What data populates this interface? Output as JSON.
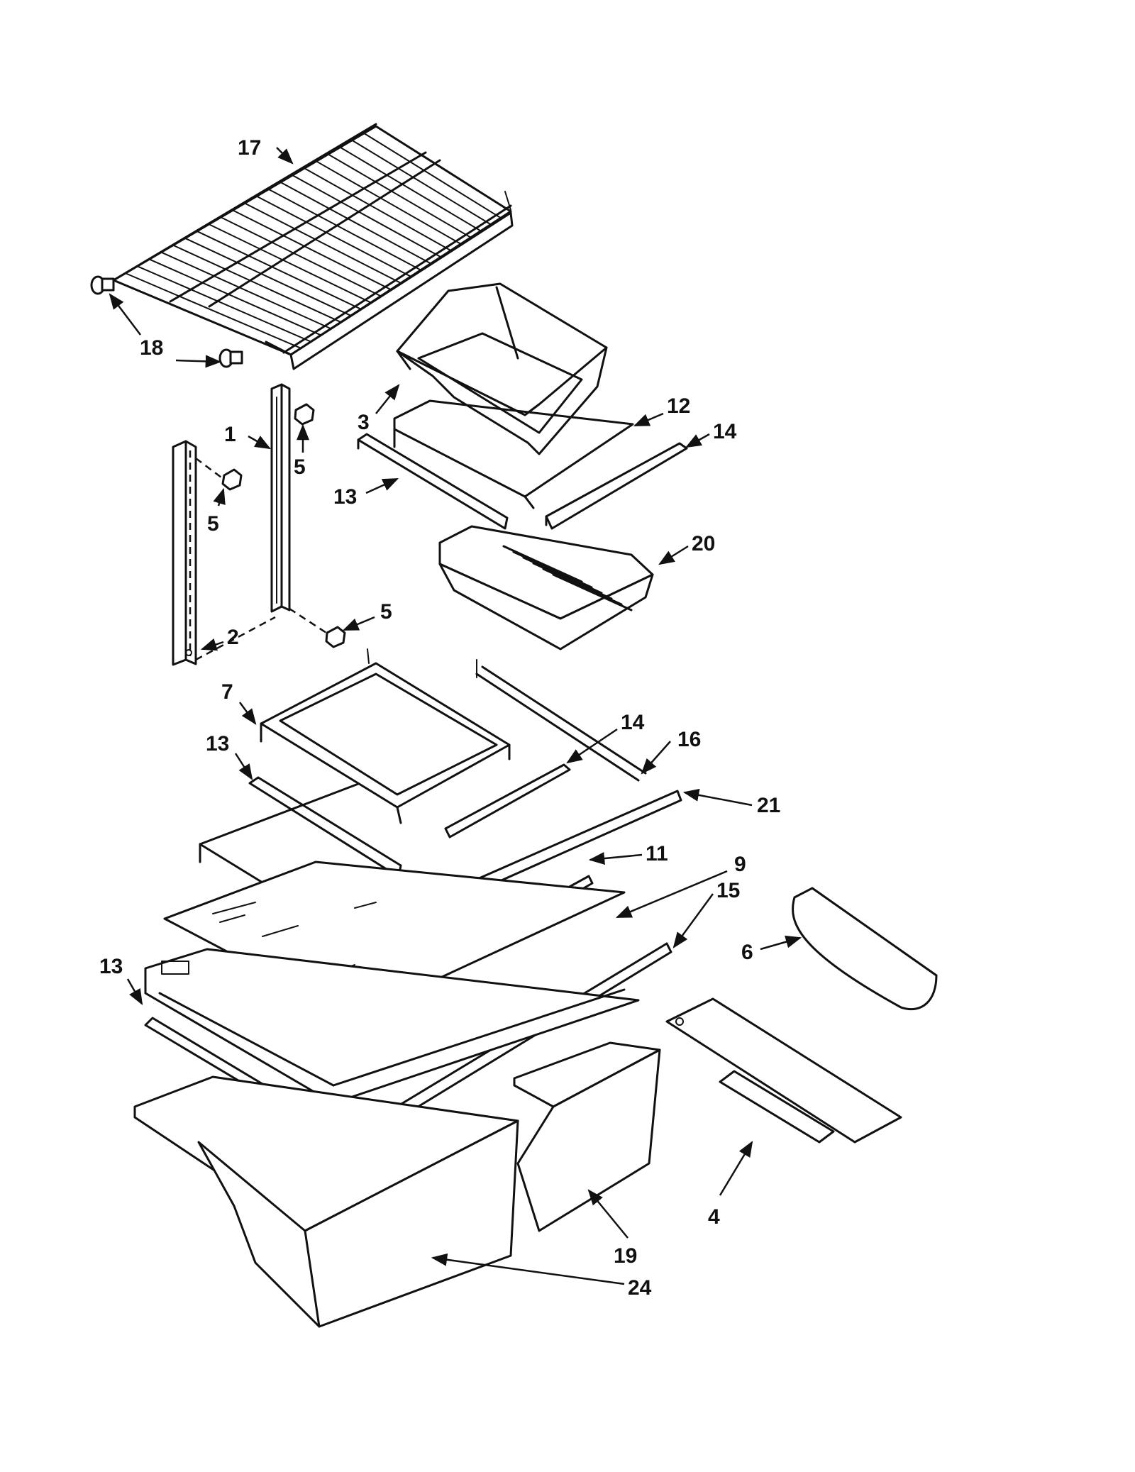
{
  "callouts": [
    {
      "id": "c17",
      "text": "17"
    },
    {
      "id": "c18",
      "text": "18"
    },
    {
      "id": "c1",
      "text": "1"
    },
    {
      "id": "c5a",
      "text": "5"
    },
    {
      "id": "c5b",
      "text": "5"
    },
    {
      "id": "c5c",
      "text": "5"
    },
    {
      "id": "c2",
      "text": "2"
    },
    {
      "id": "c3",
      "text": "3"
    },
    {
      "id": "c12",
      "text": "12"
    },
    {
      "id": "c14a",
      "text": "14"
    },
    {
      "id": "c13a",
      "text": "13"
    },
    {
      "id": "c20",
      "text": "20"
    },
    {
      "id": "c7",
      "text": "7"
    },
    {
      "id": "c13b",
      "text": "13"
    },
    {
      "id": "c14b",
      "text": "14"
    },
    {
      "id": "c16",
      "text": "16"
    },
    {
      "id": "c21",
      "text": "21"
    },
    {
      "id": "c11",
      "text": "11"
    },
    {
      "id": "c9",
      "text": "9"
    },
    {
      "id": "c15",
      "text": "15"
    },
    {
      "id": "c13c",
      "text": "13"
    },
    {
      "id": "c6",
      "text": "6"
    },
    {
      "id": "c4",
      "text": "4"
    },
    {
      "id": "c19",
      "text": "19"
    },
    {
      "id": "c24",
      "text": "24"
    }
  ]
}
